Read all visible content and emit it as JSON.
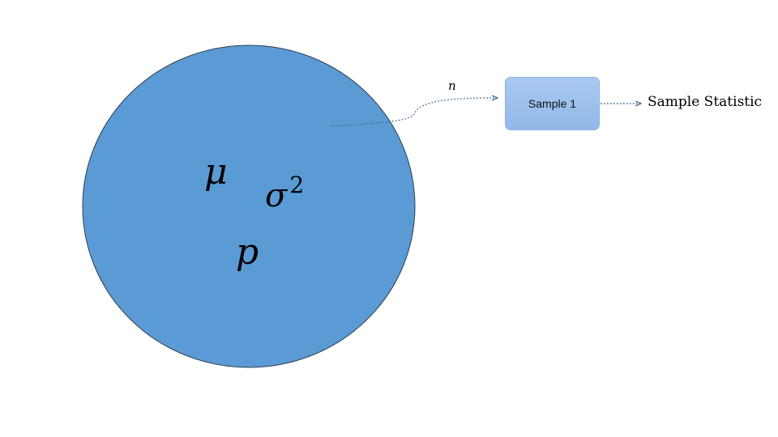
{
  "population": {
    "fill_color": "#5b9bd5",
    "outline_color": "#2f3f4f",
    "parameters": {
      "mean": "μ",
      "variance_base": "σ",
      "variance_exponent": "2",
      "proportion": "p"
    }
  },
  "sampling_arrow": {
    "label": "n",
    "color": "#2f5d8a"
  },
  "sample": {
    "label": "Sample 1",
    "fill_color": "#9dc3e6"
  },
  "output": {
    "label": "Sample Statistic"
  }
}
